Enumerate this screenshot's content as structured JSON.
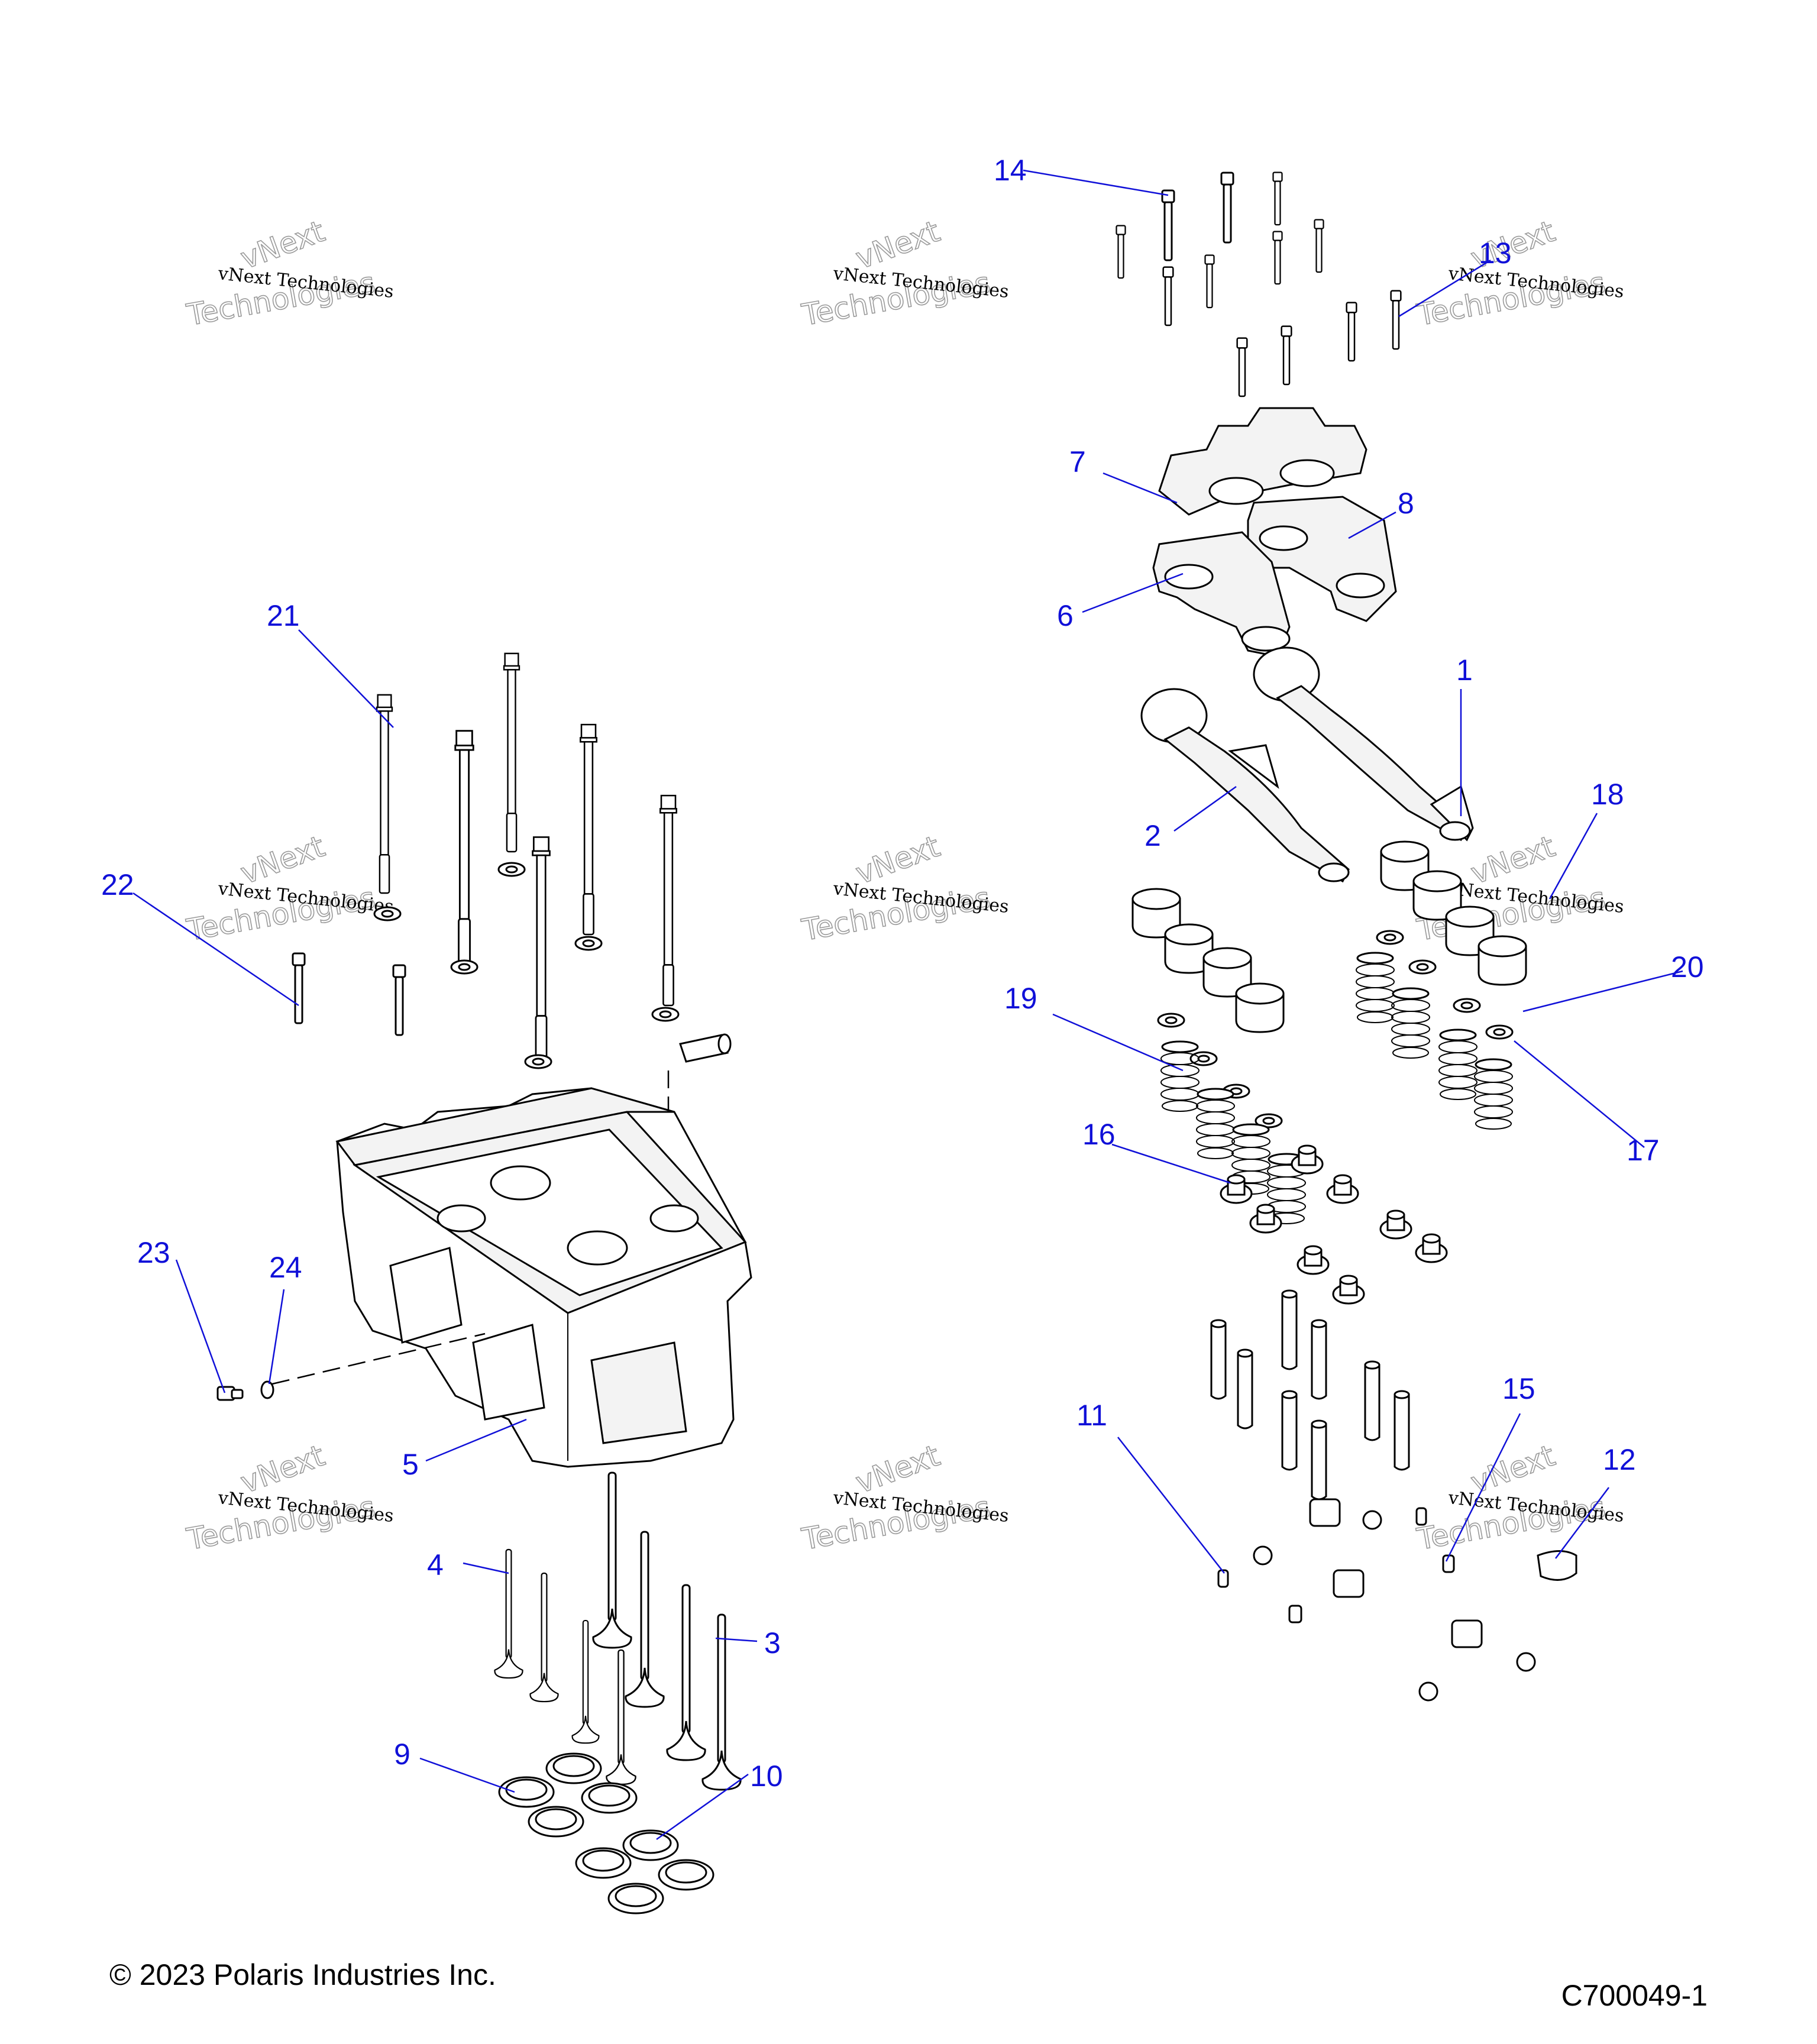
{
  "diagram": {
    "callouts": [
      "1",
      "2",
      "3",
      "4",
      "5",
      "6",
      "7",
      "8",
      "9",
      "10",
      "11",
      "12",
      "13",
      "14",
      "15",
      "16",
      "17",
      "18",
      "19",
      "20",
      "21",
      "22",
      "23",
      "24"
    ],
    "watermark": {
      "line1": "vNext Technologies",
      "line2": "vNext",
      "line3": "Technologies"
    }
  },
  "footer": {
    "copyright": "© 2023 Polaris Industries Inc.",
    "figure_id": "C700049-1"
  }
}
